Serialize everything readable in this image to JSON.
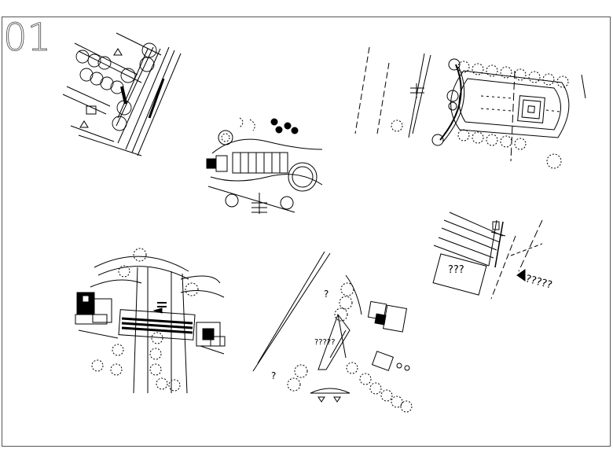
{
  "sheet": {
    "number": "01",
    "frame_color": "#555555",
    "line_color": "#000000",
    "background": "#ffffff"
  },
  "vignettes": {
    "top_left": {
      "icon": "intersection-plan"
    },
    "top_center": {
      "icon": "roundabout-plaza-plan"
    },
    "top_right": {
      "icon": "oval-plaza-plan"
    },
    "mid_right": {
      "label_box": "???",
      "label_arrow": "?????",
      "icon": "gate-entrance-plan"
    },
    "bottom_left": {
      "icon": "road-crossing-buildings-plan"
    },
    "bottom_center": {
      "label_top": "?",
      "label_left": "?????",
      "label_bottom": "?",
      "icon": "riverside-path-plan"
    }
  }
}
